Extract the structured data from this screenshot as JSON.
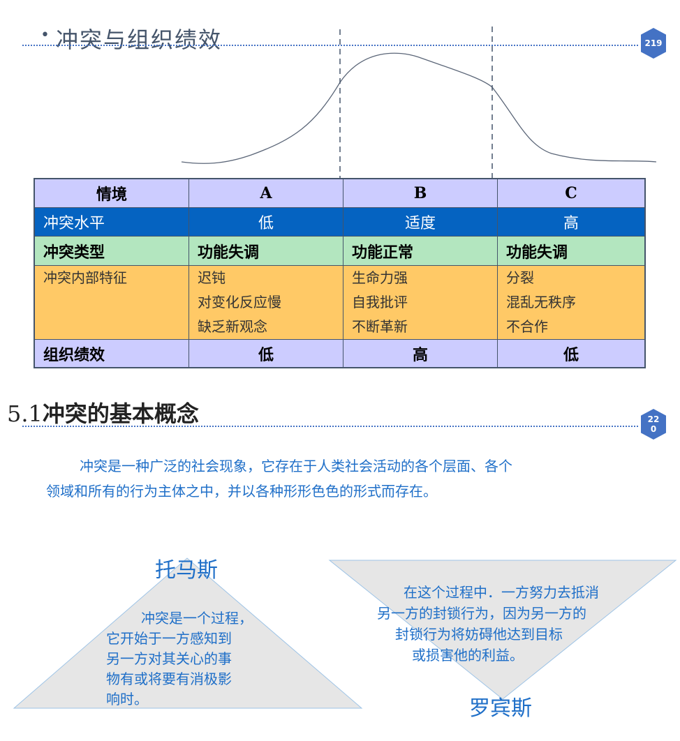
{
  "slide1": {
    "title": "冲突与组织绩效",
    "page": "219",
    "table": {
      "header": [
        "情境",
        "A",
        "B",
        "C"
      ],
      "rows": [
        {
          "label": "冲突水平",
          "cells": [
            "低",
            "适度",
            "高"
          ]
        },
        {
          "label": "冲突类型",
          "cells": [
            "功能失调",
            "功能正常",
            "功能失调"
          ]
        },
        {
          "label": "冲突内部特征",
          "cells": [
            [
              "迟钝",
              "对变化反应慢",
              "缺乏新观念"
            ],
            [
              "生命力强",
              "自我批评",
              "不断革新"
            ],
            [
              "分裂",
              "混乱无秩序",
              "不合作"
            ]
          ]
        },
        {
          "label": "组织绩效",
          "cells": [
            "低",
            "高",
            "低"
          ]
        }
      ]
    }
  },
  "slide2": {
    "title_num": "5.1",
    "title": "冲突的基本概念",
    "page_line1": "22",
    "page_line2": "0",
    "intro_line1": "冲突是一种广泛的社会现象，它存在于人类社会活动的各个层面、各个",
    "intro_line2": "领域和所有的行为主体之中，并以各种形形色色的形式而存在。",
    "thomas": {
      "name": "托马斯",
      "lines": [
        "冲突是一个过程，",
        "它开始于一方感知到",
        "另一方对其关心的事",
        "物有或将要有消极影",
        "响时。"
      ]
    },
    "robbins": {
      "name": "罗宾斯",
      "lines": [
        "在这个过程中．一方努力去抵消",
        "另一方的封锁行为，因为另一方的",
        "封锁行为将妨碍他达到目标",
        "或损害他的利益。"
      ]
    }
  }
}
